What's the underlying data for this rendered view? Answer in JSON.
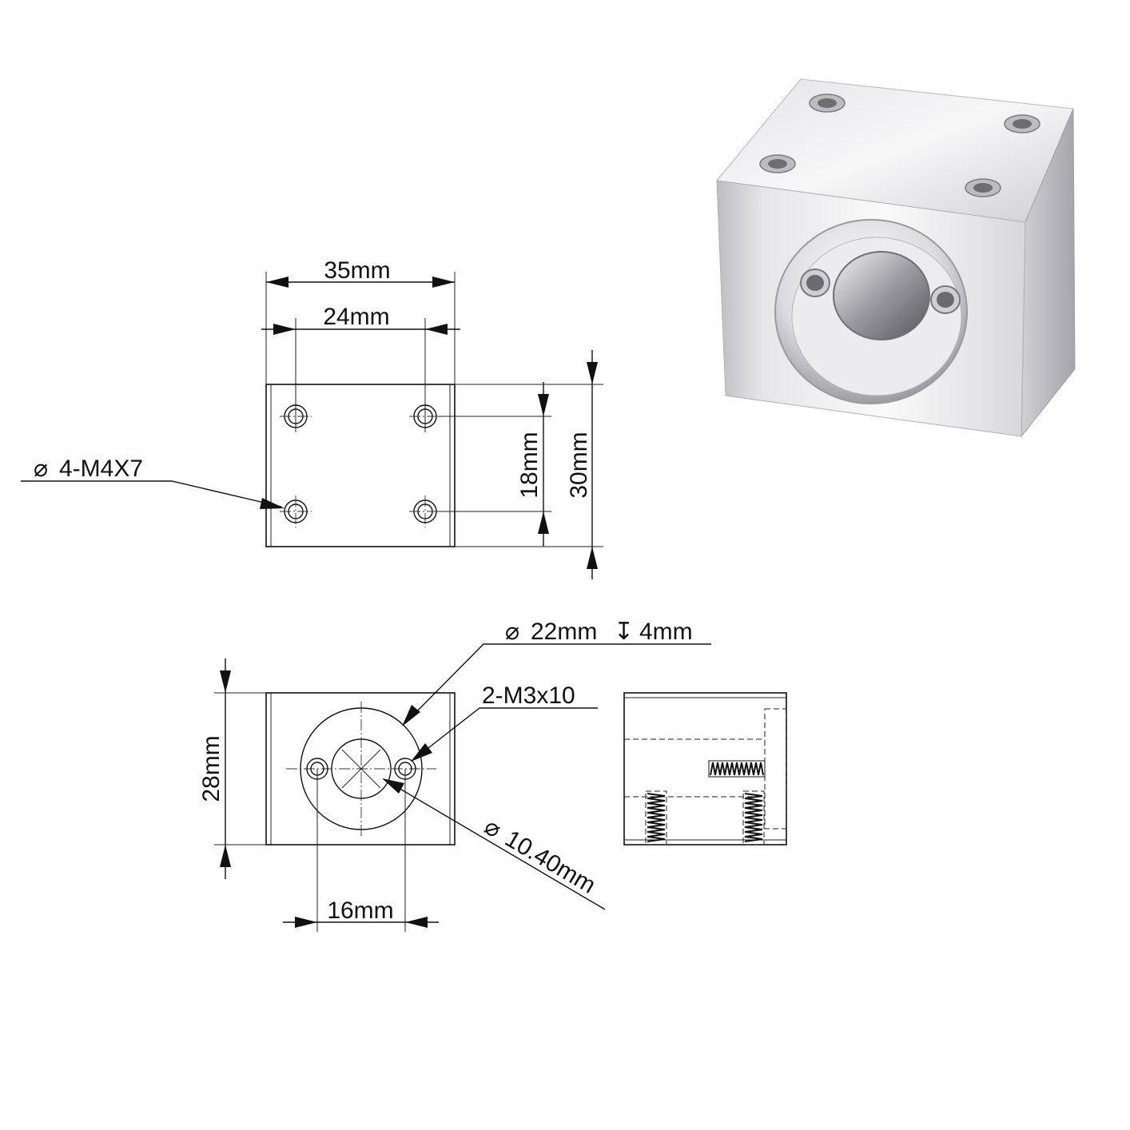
{
  "top_view": {
    "width_outer": "35mm",
    "width_holes": "24mm",
    "height_holes": "18mm",
    "height_outer": "30mm",
    "hole_callout": "4-M4X7"
  },
  "front_view": {
    "bore_callout_dia": "22mm",
    "bore_callout_depth": "4mm",
    "screw_callout": "2-M3x10",
    "height": "28mm",
    "screw_spacing": "16mm",
    "inner_dia": "10.40mm"
  },
  "symbols": {
    "diameter": "⌀",
    "depth": "↧"
  },
  "colors": {
    "line": "#111111",
    "metal_light": "#f2f2f4",
    "metal_mid": "#c9c9cd",
    "metal_dark": "#8a8a90"
  }
}
